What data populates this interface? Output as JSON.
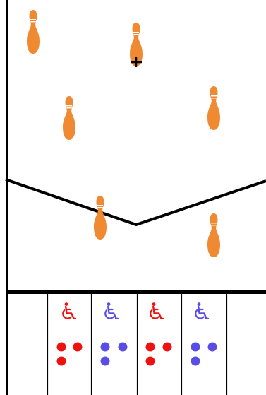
{
  "colors": {
    "background": "#ffffff",
    "lines": "#000000",
    "pin_body": "#f08a32",
    "pin_stripe": "#ffffff",
    "player_red": "#ee1111",
    "player_blue": "#5a4de6"
  },
  "pins": [
    {
      "id": "pin-1"
    },
    {
      "id": "pin-2"
    },
    {
      "id": "pin-3"
    },
    {
      "id": "pin-4"
    },
    {
      "id": "pin-5"
    },
    {
      "id": "pin-6"
    }
  ],
  "tray": {
    "slots": [
      {
        "player": "none",
        "icon": "",
        "dots": 0
      },
      {
        "player": "red",
        "icon": "wheelchair-icon",
        "dots": 3
      },
      {
        "player": "blue",
        "icon": "wheelchair-icon",
        "dots": 3
      },
      {
        "player": "red",
        "icon": "wheelchair-icon",
        "dots": 3
      },
      {
        "player": "blue",
        "icon": "wheelchair-icon",
        "dots": 3
      },
      {
        "player": "none",
        "icon": "",
        "dots": 0
      }
    ]
  }
}
